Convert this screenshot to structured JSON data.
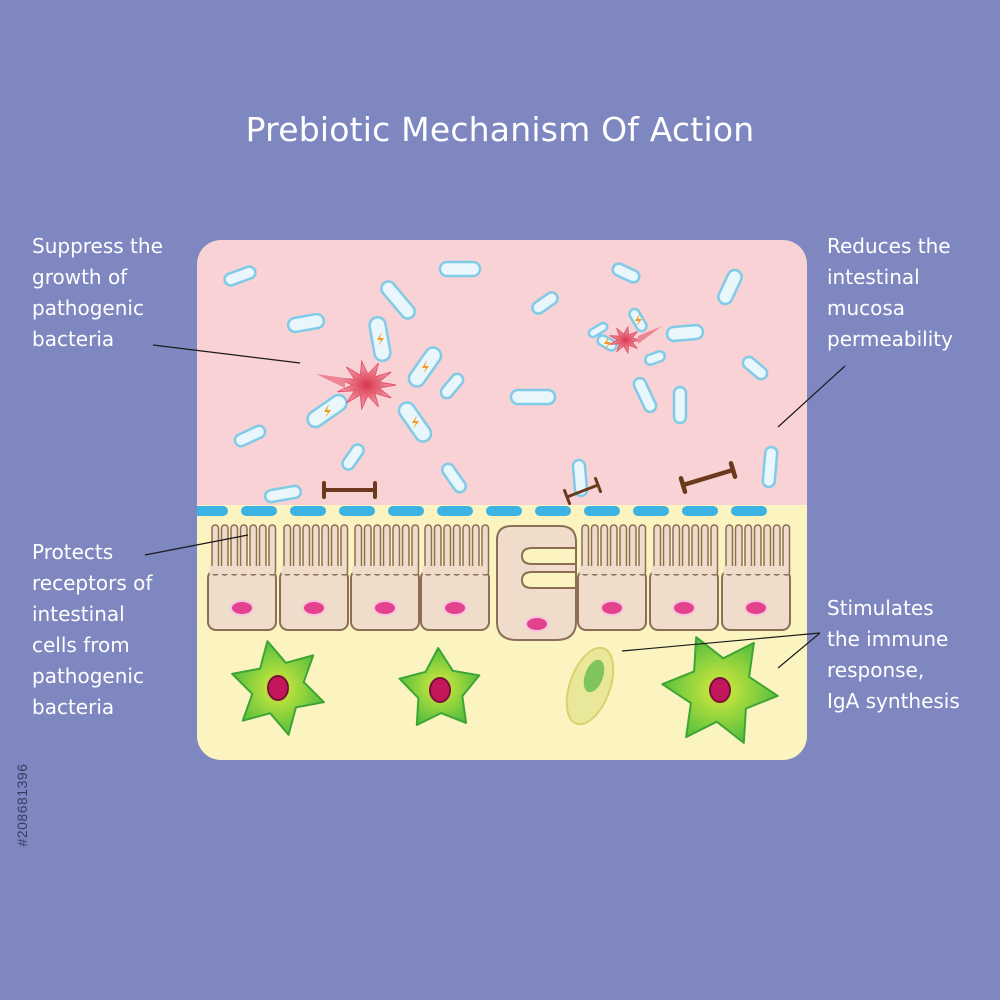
{
  "title": "Prebiotic Mechanism Of Action",
  "annotations": {
    "suppress": [
      "Suppress the",
      "growth of",
      "pathogenic",
      "bacteria"
    ],
    "reduces": [
      "Reduces the",
      "intestinal",
      "mucosa",
      "permeability"
    ],
    "protects": [
      "Protects",
      "receptors of",
      "intestinal",
      "cells from",
      "pathogenic",
      "bacteria"
    ],
    "stimulates": [
      "Stimulates",
      "the immune",
      "response,",
      "IgA synthesis"
    ]
  },
  "stock_id": "#208681396",
  "colors": {
    "background": "#7f87c1",
    "lumen": "#f8d2d4",
    "tissue": "#fbf4c0",
    "bacteria_fill": "#e9f6fc",
    "bacteria_edge": "#7fcbe8",
    "mucus": "#3cb3e3",
    "cell_fill": "#efdccb",
    "cell_edge": "#8c6e57",
    "nucleus": "#e3418e",
    "immune_cell": "#58c241",
    "pathogen": "#e8607a"
  }
}
